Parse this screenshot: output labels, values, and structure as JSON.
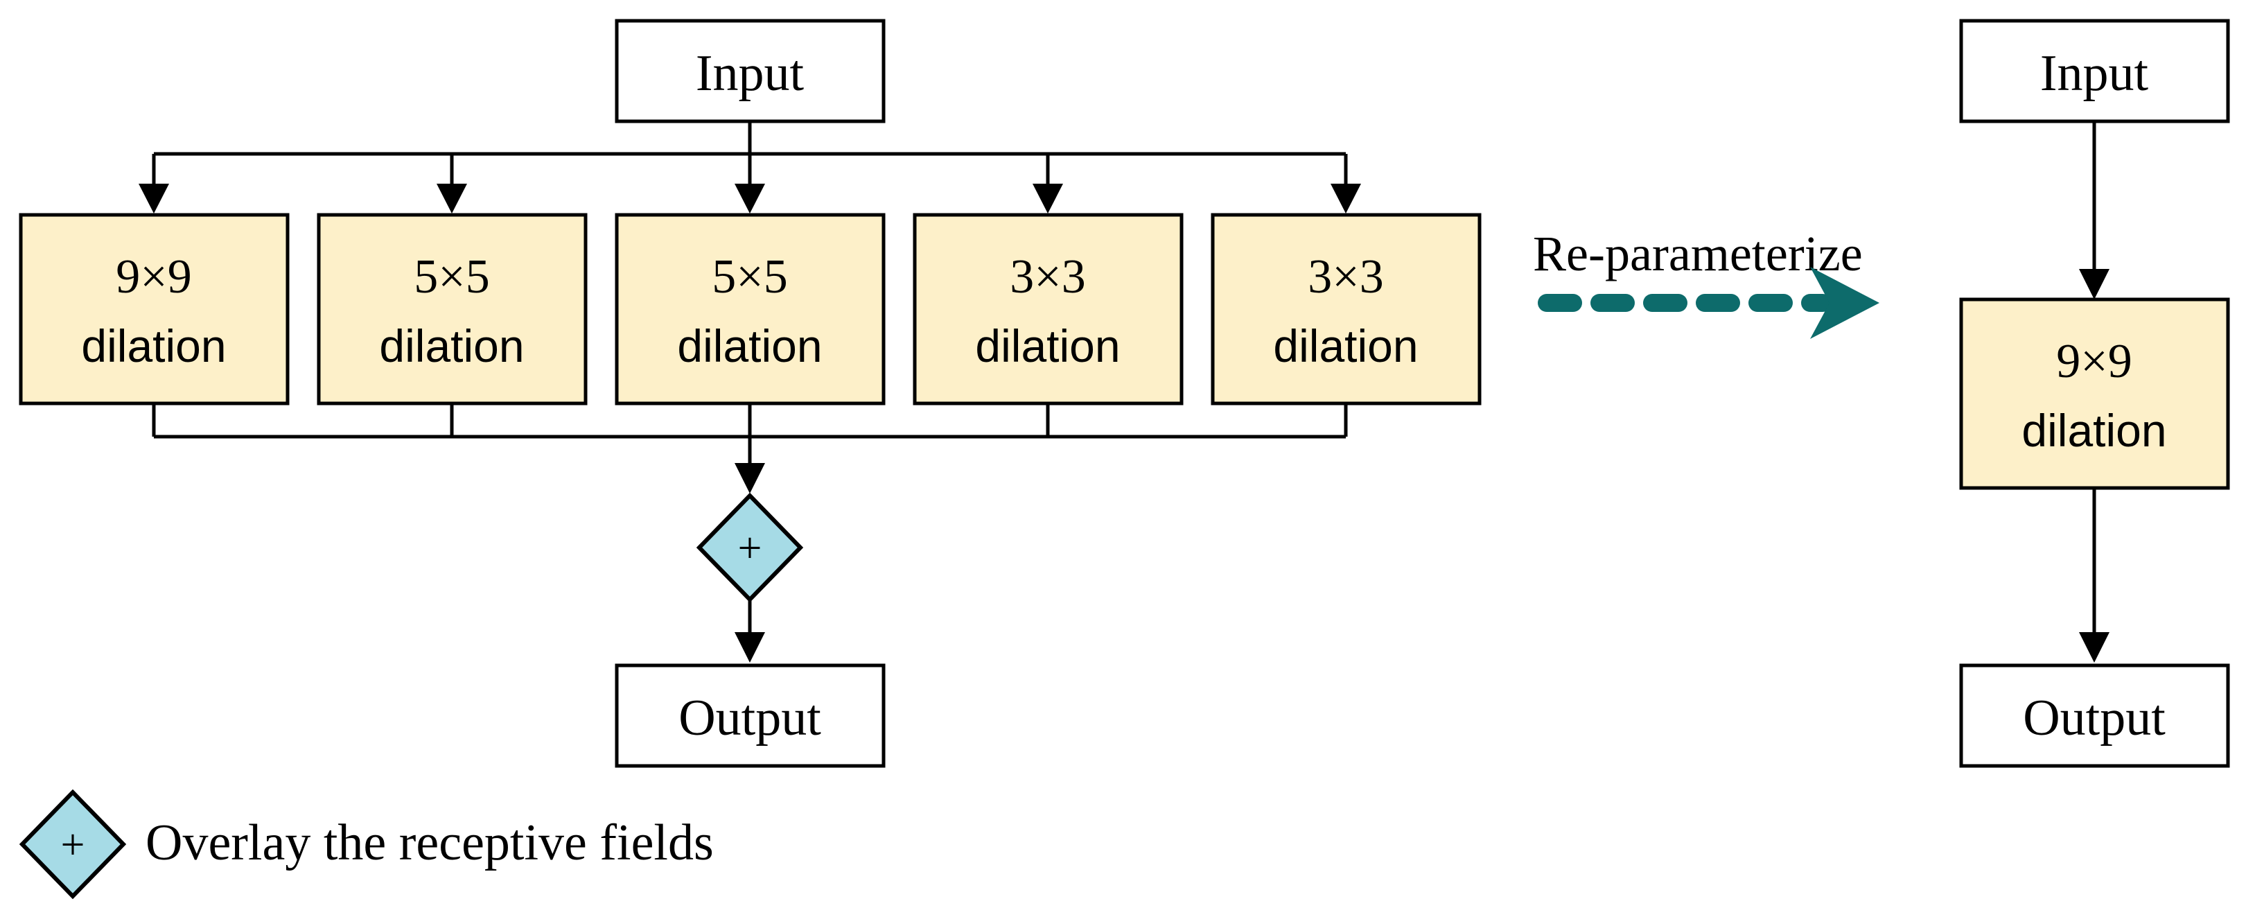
{
  "left": {
    "input_label": "Input",
    "output_label": "Output",
    "branches": [
      {
        "kernel": "9×9",
        "op": "dilation"
      },
      {
        "kernel": "5×5",
        "op": "dilation"
      },
      {
        "kernel": "5×5",
        "op": "dilation"
      },
      {
        "kernel": "3×3",
        "op": "dilation"
      },
      {
        "kernel": "3×3",
        "op": "dilation"
      }
    ],
    "merge_symbol": "+"
  },
  "transform": {
    "label": "Re-parameterize",
    "arrow_color": "#0d6b6b"
  },
  "right": {
    "input_label": "Input",
    "output_label": "Output",
    "block": {
      "kernel": "9×9",
      "op": "dilation"
    }
  },
  "legend": {
    "symbol": "+",
    "text": "Overlay the receptive fields"
  },
  "colors": {
    "block_fill": "#fdf0c9",
    "diamond_fill": "#a6dbe6"
  }
}
